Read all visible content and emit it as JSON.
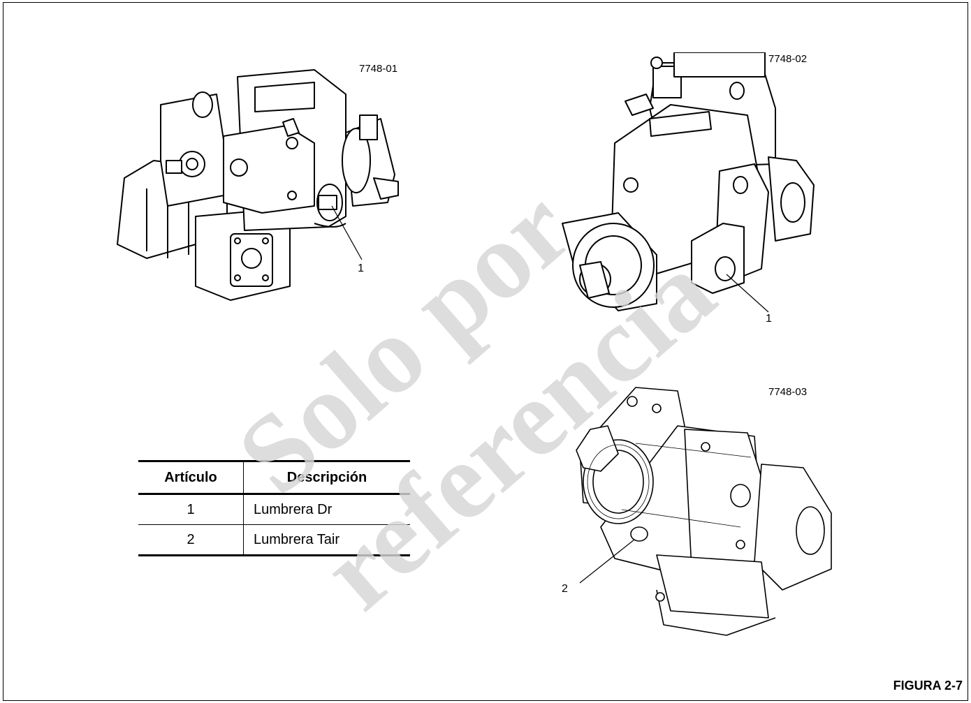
{
  "figure_label": "FIGURA 2-7",
  "watermark": {
    "line1": "Solo por",
    "line2": "referencia"
  },
  "views": [
    {
      "code": "7748-01",
      "callout": "1"
    },
    {
      "code": "7748-02",
      "callout": "1"
    },
    {
      "code": "7748-03",
      "callout": "2"
    }
  ],
  "legend": {
    "headers": [
      "Artículo",
      "Descripción"
    ],
    "rows": [
      {
        "item": "1",
        "desc": "Lumbrera Dr"
      },
      {
        "item": "2",
        "desc": "Lumbrera Tair"
      }
    ]
  }
}
